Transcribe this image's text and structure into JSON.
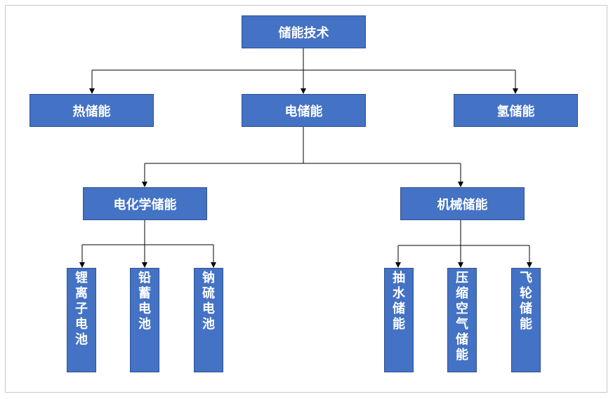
{
  "colors": {
    "box_fill": "#4472c4",
    "box_border": "#2f528f",
    "text": "#ffffff",
    "line": "#000000",
    "frame": "#c8c8c8"
  },
  "root": {
    "label": "储能技术"
  },
  "level1": [
    {
      "label": "热储能"
    },
    {
      "label": "电储能"
    },
    {
      "label": "氢储能"
    }
  ],
  "level2": [
    {
      "label": "电化学储能"
    },
    {
      "label": "机械储能"
    }
  ],
  "electrochemical_children": [
    {
      "label": "锂离子电池"
    },
    {
      "label": "铅蓄电池"
    },
    {
      "label": "钠硫电池"
    }
  ],
  "mechanical_children": [
    {
      "label": "抽水储能"
    },
    {
      "label": "压缩空气储能"
    },
    {
      "label": "飞轮储能"
    }
  ]
}
